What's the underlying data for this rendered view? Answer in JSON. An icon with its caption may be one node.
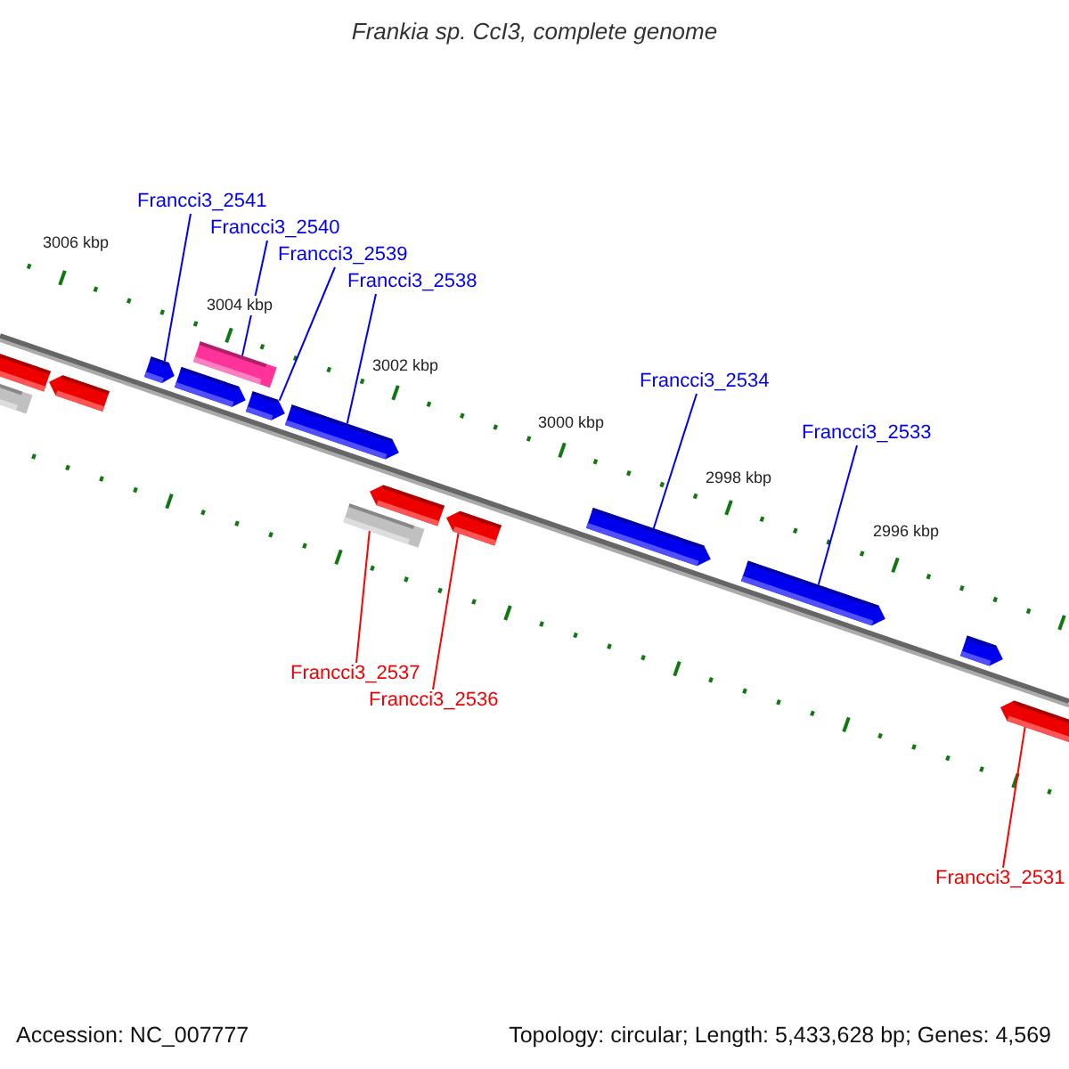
{
  "diagram": {
    "title": "Frankia sp. CcI3, complete genome",
    "nodes": [
      {
        "text": [
          "Francci3_2541"
        ]
      },
      {
        "text": [
          "Francci3_2540"
        ]
      },
      {
        "text": [
          "Francci3_2539"
        ]
      },
      {
        "text": [
          "Francci3_2538"
        ]
      },
      {
        "text": [
          "Francci3_2534"
        ]
      },
      {
        "text": [
          "Francci3_2533"
        ]
      },
      {
        "text": [
          "Francci3_2537"
        ]
      },
      {
        "text": [
          "Francci3_2536"
        ]
      },
      {
        "text": [
          "Francci3_2531"
        ]
      },
      {
        "text": [],
        "shape": "arrow"
      },
      {
        "text": [],
        "shape": "box"
      },
      {
        "text": [],
        "shape": "arrow"
      },
      {
        "text": [],
        "shape": "arrow"
      },
      {
        "text": [],
        "shape": "arrow"
      },
      {
        "text": [],
        "shape": "box"
      },
      {
        "text": [],
        "shape": "arrow"
      },
      {
        "text": [],
        "shape": "arrow"
      },
      {
        "text": [],
        "shape": "box"
      },
      {
        "text": [],
        "shape": "arrow"
      },
      {
        "text": [],
        "shape": "arrow"
      },
      {
        "text": [],
        "shape": "arrow"
      },
      {
        "text": [],
        "shape": "arrow"
      },
      {
        "text": [],
        "shape": "arrow"
      },
      {
        "text": [],
        "shape": "arrow"
      }
    ],
    "edges": [
      {
        "from": 0,
        "to": 12,
        "arrow": "none"
      },
      {
        "from": 1,
        "to": 14,
        "arrow": "none"
      },
      {
        "from": 2,
        "to": 15,
        "arrow": "none"
      },
      {
        "from": 3,
        "to": 16,
        "arrow": "none"
      },
      {
        "from": 4,
        "to": 20,
        "arrow": "none"
      },
      {
        "from": 5,
        "to": 21,
        "arrow": "none"
      },
      {
        "from": 6,
        "to": 17,
        "arrow": "none",
        "color": "#ff0000"
      },
      {
        "from": 7,
        "to": 19,
        "arrow": "none",
        "color": "#ff0000"
      },
      {
        "from": 8,
        "to": 23,
        "arrow": "none",
        "color": "#ff0000"
      }
    ],
    "labels": [
      "3006 kbp",
      "3004 kbp",
      "3002 kbp",
      "3000 kbp",
      "2998 kbp",
      "2996 kbp",
      "Accession: NC_007777",
      "Topology: circular; Length: 5,433,628 bp; Genes: 4,569"
    ]
  }
}
